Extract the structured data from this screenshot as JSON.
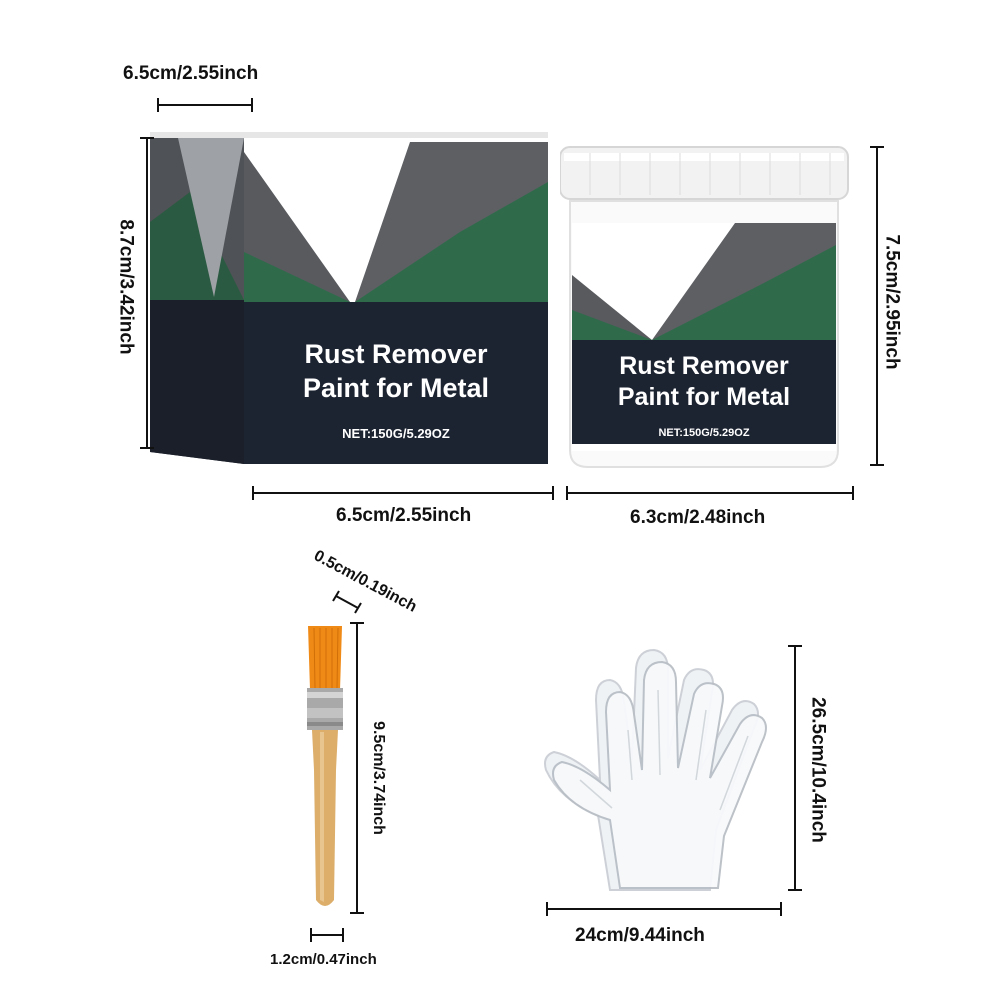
{
  "box": {
    "title_line1": "Rust Remover",
    "title_line2": "Paint for Metal",
    "net": "NET:150G/5.29OZ"
  },
  "jar": {
    "title_line1": "Rust Remover",
    "title_line2": "Paint for Metal",
    "net": "NET:150G/5.29OZ"
  },
  "dimensions": {
    "box_depth": "6.5cm/2.55inch",
    "box_height": "8.7cm/3.42inch",
    "box_width": "6.5cm/2.55inch",
    "jar_height": "7.5cm/2.95inch",
    "jar_width": "6.3cm/2.48inch",
    "brush_thickness": "0.5cm/0.19inch",
    "brush_length": "9.5cm/3.74inch",
    "brush_width": "1.2cm/0.47inch",
    "glove_length": "26.5cm/10.4inch",
    "glove_width": "24cm/9.44inch"
  },
  "colors": {
    "navy": "#1c2331",
    "green": "#2f6b4b",
    "grey": "#585a5e",
    "bristle": "#f08a17",
    "handle": "#dcae6a"
  }
}
